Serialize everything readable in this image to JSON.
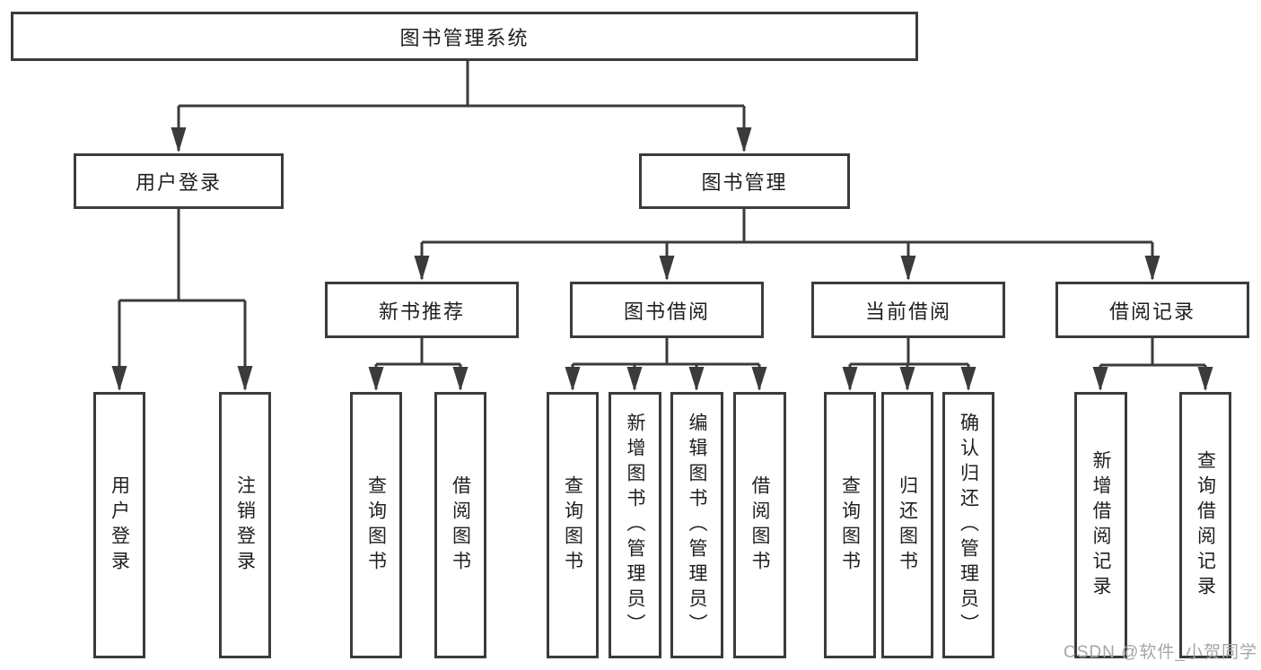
{
  "colors": {
    "line": "#3b3b3b",
    "text": "#1f1f1f",
    "watermark": "#a6a6a6",
    "background": "#ffffff"
  },
  "diagram": {
    "title": "图书管理系统",
    "branches": {
      "user_login": {
        "label": "用户登录",
        "children": {
          "login": "用户登录",
          "logout": "注销登录"
        }
      },
      "book_mgmt": {
        "label": "图书管理",
        "sections": {
          "new_book_rec": {
            "label": "新书推荐",
            "children": {
              "query_books": "查询图书",
              "borrow_books": "借阅图书"
            }
          },
          "book_borrow": {
            "label": "图书借阅",
            "children": {
              "query_books": "查询图书",
              "add_books": "新增图书（管理员）",
              "edit_books": "编辑图书（管理员）",
              "borrow_books": "借阅图书"
            }
          },
          "current_borrow": {
            "label": "当前借阅",
            "children": {
              "query_books": "查询图书",
              "return_books": "归还图书",
              "confirm_return": "确认归还（管理员）"
            }
          },
          "borrow_records": {
            "label": "借阅记录",
            "children": {
              "add_record": "新增借阅记录",
              "query_record": "查询借阅记录"
            }
          }
        }
      }
    },
    "watermark": "CSDN @软件_小贺同学"
  }
}
